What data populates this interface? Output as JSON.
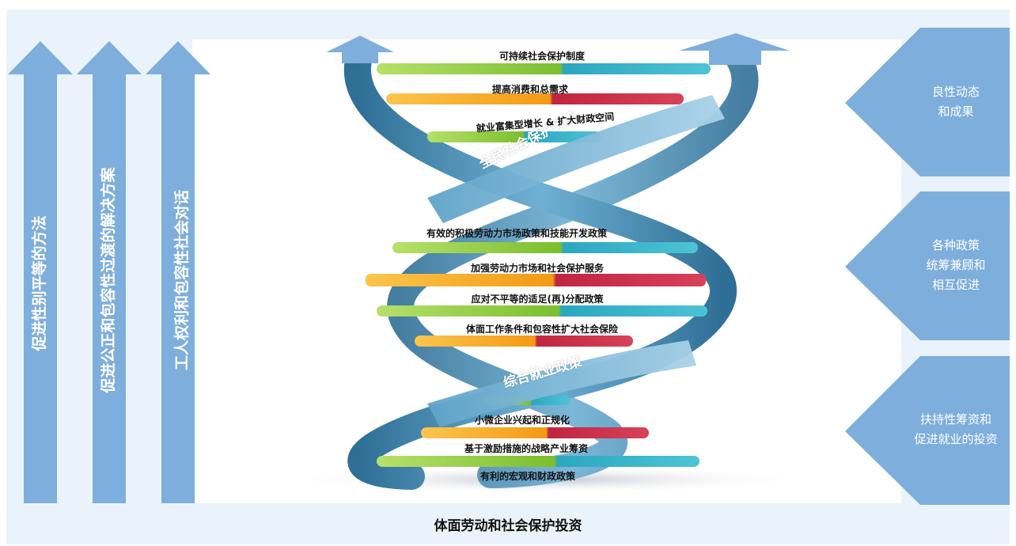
{
  "left_arrows": [
    {
      "label": "促进性别平等的方法"
    },
    {
      "label": "促进公正和包容性过渡的解决方案"
    },
    {
      "label": "工人权利和包容性社会对话"
    }
  ],
  "right_blocks": [
    {
      "label": "良性动态\n和成果"
    },
    {
      "label": "各种政策\n统筹兼顾和\n相互促进"
    },
    {
      "label": "扶持性筹资和\n促进就业的投资"
    }
  ],
  "helix": {
    "band_upper": "全民社会保护政策",
    "band_lower": "综合就业政策",
    "rungs": [
      "可持续社会保护制度",
      "提高消费和总需求",
      "就业富集型增长 & 扩大财政空间",
      "有效的积极劳动力市场政策和技能开发政策",
      "加强劳动力市场和社会保护服务",
      "应对不平等的适足(再)分配政策",
      "体面工作条件和包容性扩大社会保险",
      "小微企业兴起和正规化",
      "基于激励措施的战略产业筹资",
      "有利的宏观和财政政策"
    ]
  },
  "bottom_label": "体面劳动和社会保护投资",
  "colors": {
    "arrow_fill": "#7eaedc",
    "frame_bg": "#eaf3fb",
    "helix_dark": "#3a7fa6",
    "helix_light": "#7fb8d8",
    "rung_green": "#8dc63f",
    "rung_teal": "#2aa7c0",
    "rung_orange": "#f6a21e",
    "rung_red": "#b5223c"
  }
}
